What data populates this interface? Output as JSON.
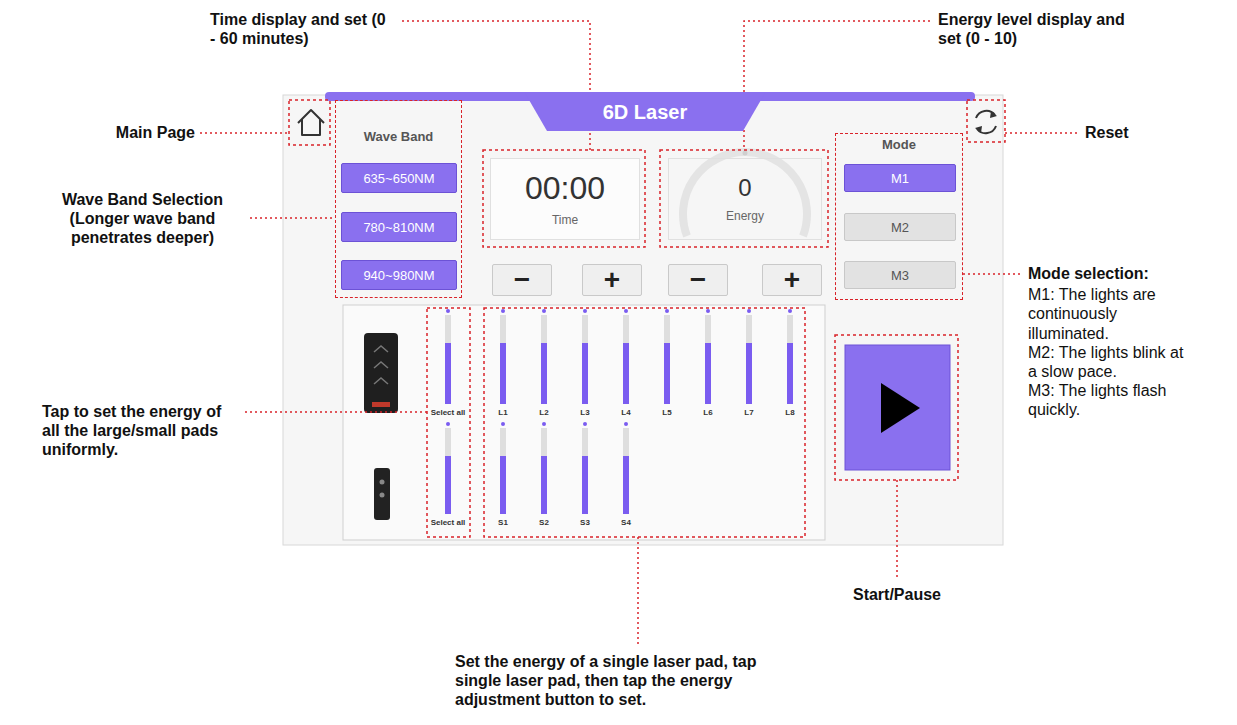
{
  "diagram": {
    "nodes": [
      {
        "text": [
          "6D Laser"
        ]
      },
      {
        "text": [
          "Wave Band"
        ]
      },
      {
        "text": [
          "635~650NM"
        ],
        "in": 1
      },
      {
        "text": [
          "780~810NM"
        ],
        "in": 1
      },
      {
        "text": [
          "940~980NM"
        ],
        "in": 1
      },
      {
        "text": [
          "00:00",
          "Time"
        ]
      },
      {
        "text": [
          "0",
          "Energy"
        ]
      },
      {
        "text": [
          "−"
        ]
      },
      {
        "text": [
          "+"
        ]
      },
      {
        "text": [
          "−"
        ]
      },
      {
        "text": [
          "+"
        ]
      },
      {
        "text": [
          "Mode"
        ]
      },
      {
        "text": [
          "M1"
        ],
        "in": 11
      },
      {
        "text": [
          "M2"
        ],
        "in": 11
      },
      {
        "text": [
          "M3"
        ],
        "in": 11
      }
    ],
    "labels": [
      "Time display and set (0 - 60 minutes)",
      "Energy level display and set (0 - 10)",
      "Main Page",
      "Reset",
      "Wave Band Selection (Longer wave band penetrates deeper)",
      "Mode selection:",
      "M1: The lights are continuously illuminated.",
      "M2: The lights blink at a slow pace.",
      "M3: The lights flash quickly.",
      "Tap to set the energy of all the large/small pads uniformly.",
      "Select all",
      "L1",
      "L2",
      "L3",
      "L4",
      "L5",
      "L6",
      "L7",
      "L8",
      "Select all",
      "S1",
      "S2",
      "S3",
      "S4",
      "Start/Pause",
      "Set the energy of a single laser pad, tap single laser pad, then tap the energy adjustment button to set."
    ]
  }
}
